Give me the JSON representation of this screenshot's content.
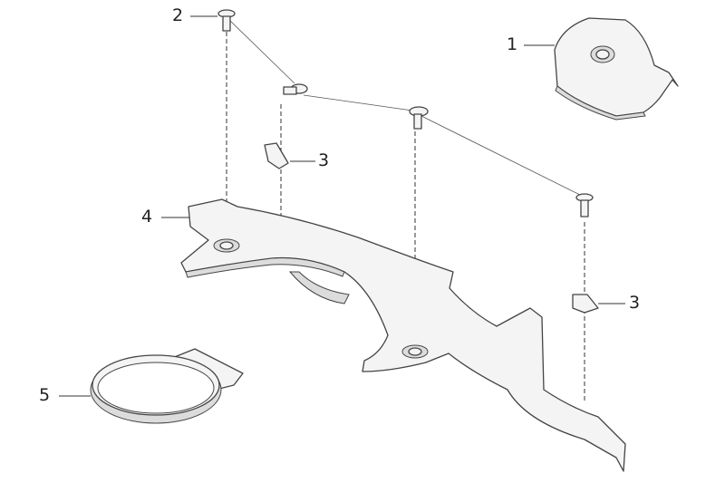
{
  "diagram": {
    "type": "exploded-parts-view",
    "callouts": [
      {
        "number": "1",
        "part": "cover"
      },
      {
        "number": "2",
        "part": "screw"
      },
      {
        "number": "3",
        "part": "clip-nut-left"
      },
      {
        "number": "4",
        "part": "bracket"
      },
      {
        "number": "3",
        "part": "clip-nut-right"
      },
      {
        "number": "5",
        "part": "ring"
      }
    ],
    "colors": {
      "line": "#444444",
      "fill": "#f4f4f4",
      "shade": "#dcdcdc"
    }
  }
}
